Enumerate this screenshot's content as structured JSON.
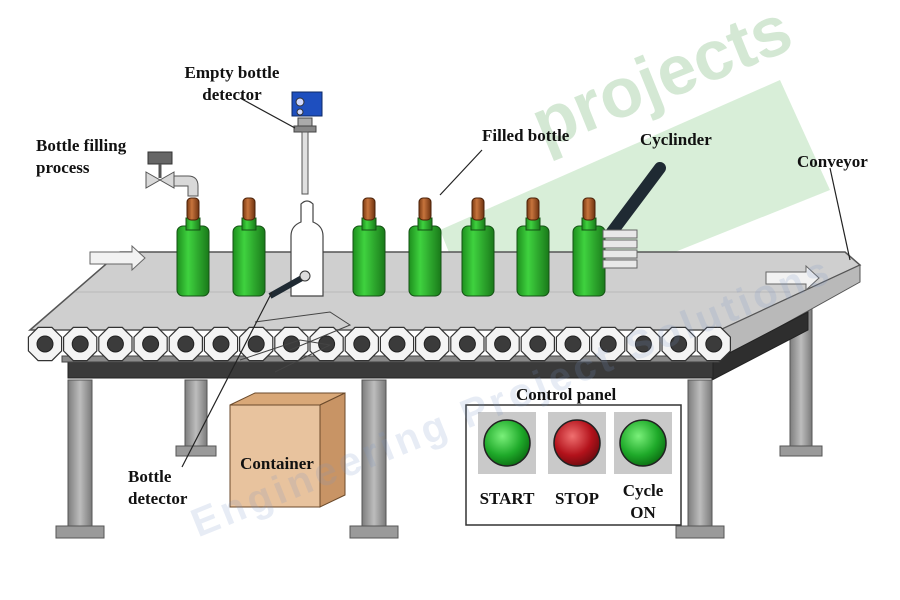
{
  "labels": {
    "empty_bottle_detector": [
      "Empty bottle",
      "detector"
    ],
    "bottle_filling_process": [
      "Bottle filling",
      "process"
    ],
    "filled_bottle": "Filled bottle",
    "cylinder": "Cyclinder",
    "conveyor": "Conveyor",
    "bottle_detector": [
      "Bottle",
      "detector"
    ],
    "container": "Container"
  },
  "control_panel": {
    "title": "Control panel",
    "buttons": [
      {
        "label": "START",
        "color": "#1faa2a"
      },
      {
        "label": "STOP",
        "color": "#b3121b"
      },
      {
        "label": [
          "Cycle",
          "ON"
        ],
        "color": "#1faa2a"
      }
    ]
  },
  "watermark": {
    "brand": "projects",
    "tagline": "Engineering Project Solutions",
    "color": "#2a9a3a"
  },
  "colors": {
    "bottle_green": "#2db52d",
    "cap_brown": "#a0522d",
    "belt_top": "#cfcfcf",
    "belt_dark": "#3a3a3a",
    "leg": "#9a9a9a",
    "container": "#e8c39e"
  }
}
